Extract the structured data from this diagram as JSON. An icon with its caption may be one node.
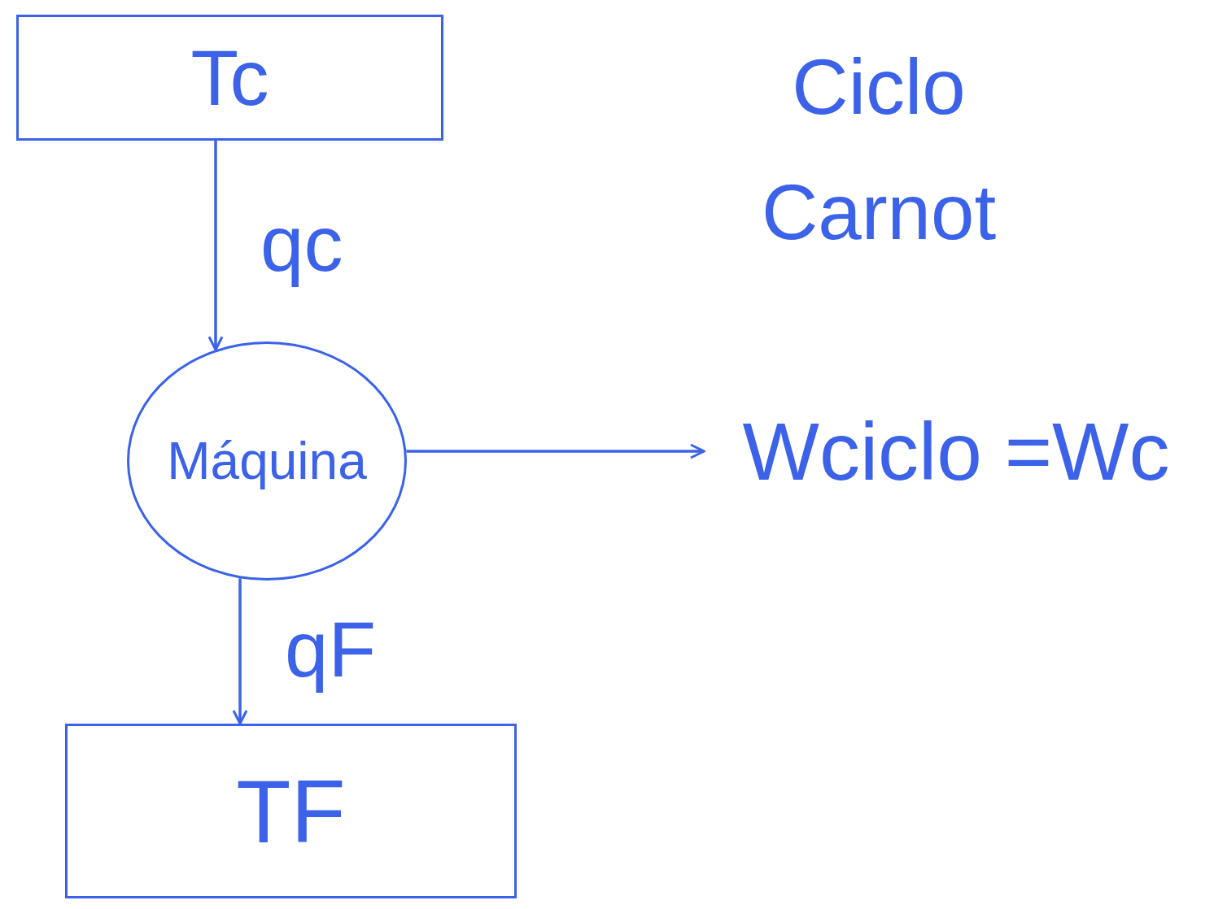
{
  "diagram": {
    "title": "Ciclo Carnot",
    "nodes": [
      {
        "text": [
          "Tc"
        ]
      },
      {
        "text": [
          "Máquina"
        ]
      },
      {
        "text": [
          "TF"
        ]
      },
      {
        "text": [
          "Wciclo =Wc"
        ]
      }
    ],
    "edges": [
      {
        "from": 0,
        "to": 1,
        "arrow": "to",
        "label": "qc"
      },
      {
        "from": 1,
        "to": 2,
        "arrow": "to",
        "label": "qF"
      },
      {
        "from": 1,
        "to": 3,
        "arrow": "to"
      }
    ]
  }
}
